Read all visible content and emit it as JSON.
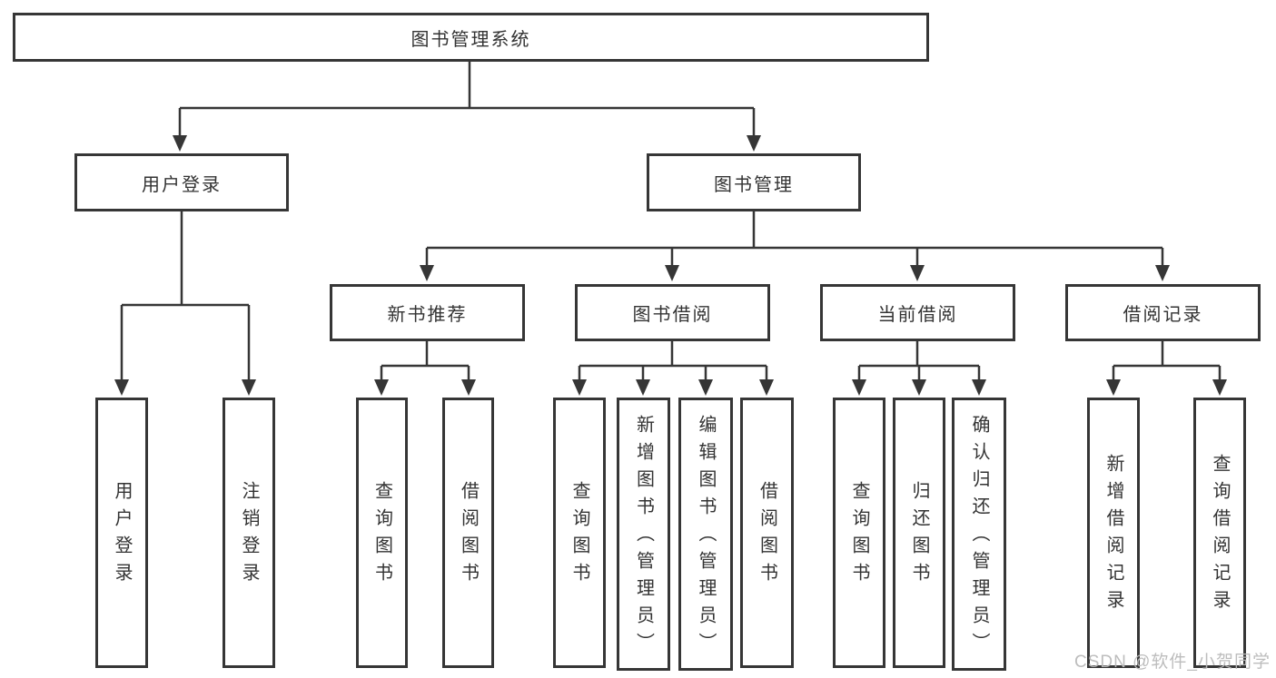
{
  "diagram": {
    "root": {
      "label": "图书管理系统"
    },
    "branches": [
      {
        "label": "用户登录",
        "children": [
          "用户登录",
          "注销登录"
        ]
      },
      {
        "label": "图书管理",
        "groups": [
          {
            "label": "新书推荐",
            "children": [
              "查询图书",
              "借阅图书"
            ]
          },
          {
            "label": "图书借阅",
            "children": [
              "查询图书",
              "新增图书（管理员）",
              "编辑图书（管理员）",
              "借阅图书"
            ]
          },
          {
            "label": "当前借阅",
            "children": [
              "查询图书",
              "归还图书",
              "确认归还（管理员）"
            ]
          },
          {
            "label": "借阅记录",
            "children": [
              "新增借阅记录",
              "查询借阅记录"
            ]
          }
        ]
      }
    ]
  },
  "watermark": {
    "text": "CSDN @软件_小贺同学"
  },
  "colors": {
    "line": "#363636",
    "text": "#333333",
    "background": "#ffffff",
    "watermark": "#b9b9b9"
  }
}
